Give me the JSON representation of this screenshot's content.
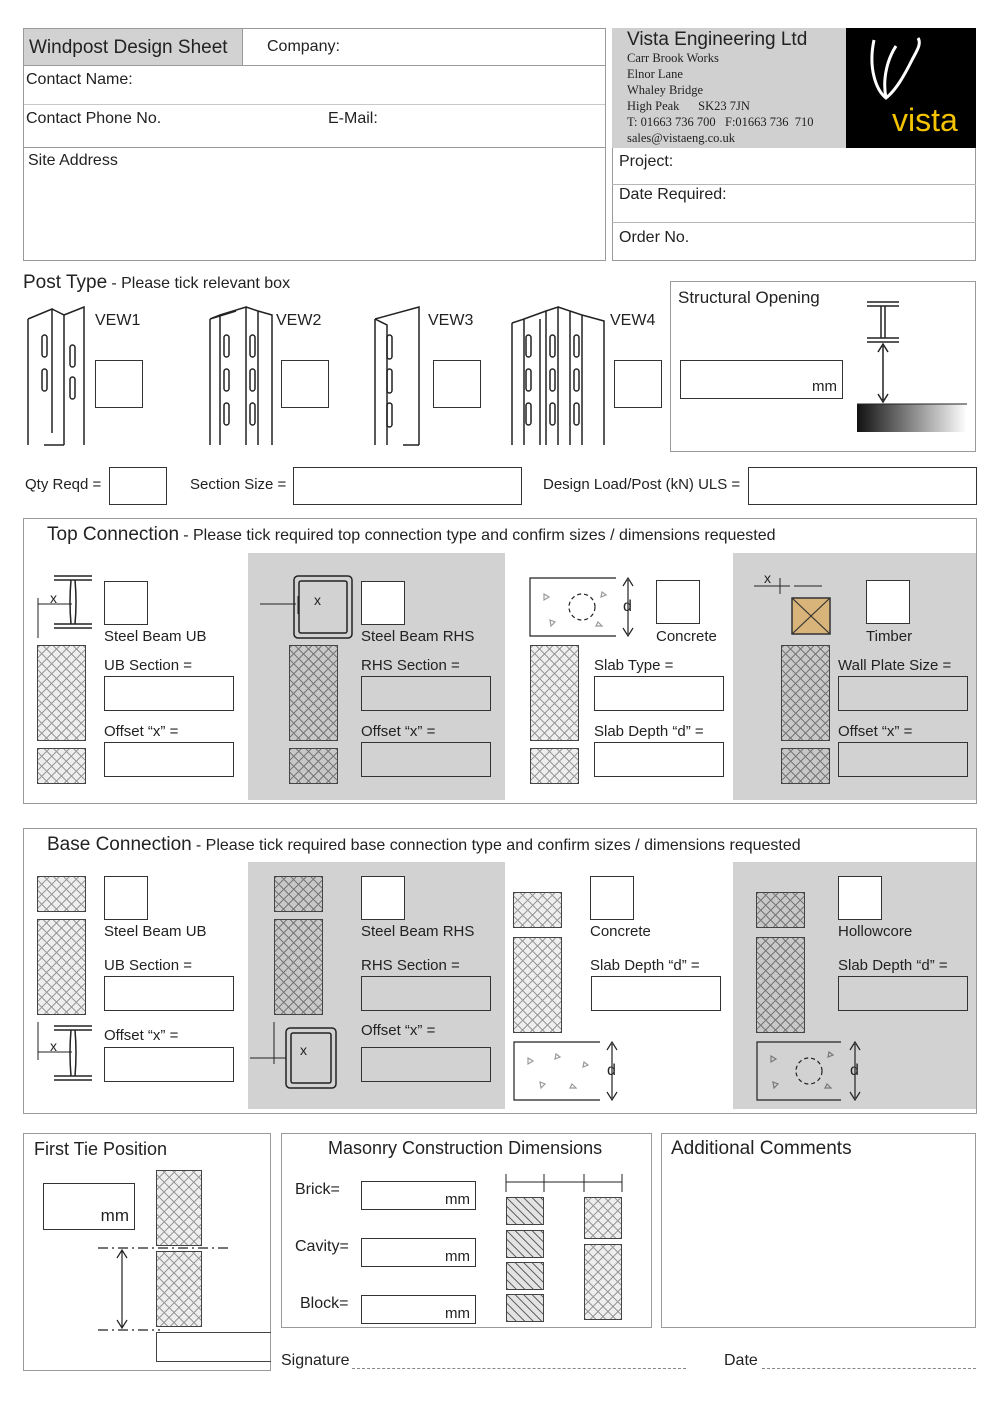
{
  "header": {
    "sheet_title": "Windpost Design Sheet",
    "company_label": "Company:",
    "contact_name_label": "Contact Name:",
    "contact_phone_label": "Contact Phone No.",
    "email_label": "E-Mail:",
    "site_address_label": "Site Address"
  },
  "vendor": {
    "name": "Vista Engineering Ltd",
    "address": [
      "Carr Brook Works",
      "Elnor Lane",
      "Whaley Bridge",
      "High Peak      SK23 7JN"
    ],
    "phone": "T: 01663 736 700   F:01663 736  710",
    "email": "sales@vistaeng.co.uk",
    "logo_text": "vista",
    "brand_color": "#f5c400"
  },
  "project": {
    "project_label": "Project:",
    "date_required_label": "Date Required:",
    "order_label": "Order No."
  },
  "post_type": {
    "title": "Post Type",
    "subtitle": "- Please tick relevant box",
    "options": [
      "VEW1",
      "VEW2",
      "VEW3",
      "VEW4"
    ]
  },
  "structural_opening": {
    "title": "Structural Opening",
    "unit": "mm"
  },
  "quantities": {
    "qty_label": "Qty Reqd =",
    "section_label": "Section Size =",
    "load_label": "Design Load/Post (kN) ULS ="
  },
  "top_connection": {
    "title": "Top Connection",
    "subtitle": "- Please tick required top connection type and confirm sizes / dimensions requested",
    "options": [
      {
        "name": "Steel Beam UB",
        "field1": "UB Section =",
        "field2": "Offset “x” ="
      },
      {
        "name": "Steel Beam RHS",
        "field1": "RHS Section =",
        "field2": "Offset “x” ="
      },
      {
        "name": "Concrete",
        "field1": "Slab Type =",
        "field2": "Slab Depth “d” ="
      },
      {
        "name": "Timber",
        "field1": "Wall Plate Size =",
        "field2": "Offset “x” ="
      }
    ]
  },
  "base_connection": {
    "title": "Base Connection",
    "subtitle": "- Please tick required base connection type and confirm sizes / dimensions requested",
    "options": [
      {
        "name": "Steel Beam UB",
        "field1": "UB Section =",
        "field2": "Offset “x” ="
      },
      {
        "name": "Steel Beam RHS",
        "field1": "RHS Section =",
        "field2": "Offset “x” ="
      },
      {
        "name": "Concrete",
        "field1": "Slab Depth “d” ="
      },
      {
        "name": "Hollowcore",
        "field1": "Slab Depth “d” ="
      }
    ]
  },
  "diagram_labels": {
    "x": "x",
    "d": "d"
  },
  "first_tie": {
    "title": "First Tie Position",
    "unit": "mm"
  },
  "masonry": {
    "title": "Masonry Construction Dimensions",
    "brick": "Brick=",
    "cavity": "Cavity=",
    "block": "Block=",
    "unit": "mm"
  },
  "comments": {
    "title": "Additional Comments"
  },
  "footer": {
    "signature_label": "Signature",
    "date_label": "Date"
  }
}
